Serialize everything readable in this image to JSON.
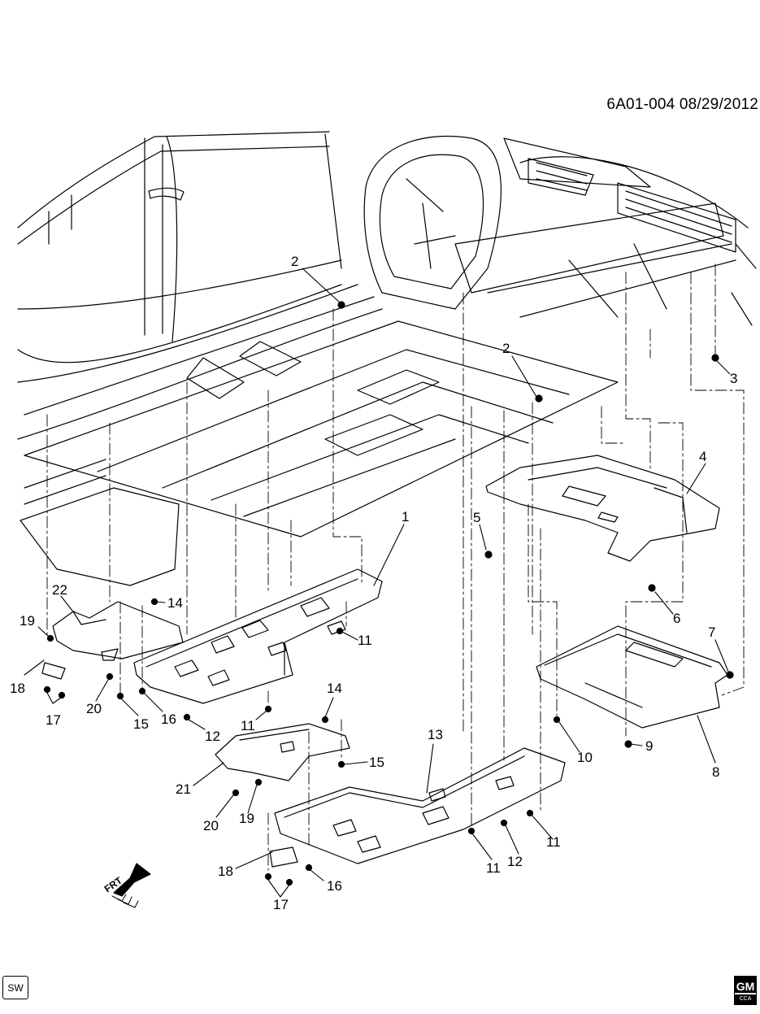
{
  "header": {
    "doc_id": "6A01-004  08/29/2012"
  },
  "footer": {
    "sw_label": "SW",
    "logo_text": "GM",
    "logo_sub": "CCA"
  },
  "direction_label": "FRT",
  "callouts": [
    {
      "id": "c2a",
      "text": "2"
    },
    {
      "id": "c2b",
      "text": "2"
    },
    {
      "id": "c3",
      "text": "3"
    },
    {
      "id": "c4",
      "text": "4"
    },
    {
      "id": "c1",
      "text": "1"
    },
    {
      "id": "c5",
      "text": "5"
    },
    {
      "id": "c6",
      "text": "6"
    },
    {
      "id": "c7",
      "text": "7"
    },
    {
      "id": "c22",
      "text": "22"
    },
    {
      "id": "c14a",
      "text": "14"
    },
    {
      "id": "c19a",
      "text": "19"
    },
    {
      "id": "c11a",
      "text": "11"
    },
    {
      "id": "c18a",
      "text": "18"
    },
    {
      "id": "c17a",
      "text": "17"
    },
    {
      "id": "c20a",
      "text": "20"
    },
    {
      "id": "c15a",
      "text": "15"
    },
    {
      "id": "c16a",
      "text": "16"
    },
    {
      "id": "c12a",
      "text": "12"
    },
    {
      "id": "c11b",
      "text": "11"
    },
    {
      "id": "c14b",
      "text": "14"
    },
    {
      "id": "c13",
      "text": "13"
    },
    {
      "id": "c15b",
      "text": "15"
    },
    {
      "id": "c10",
      "text": "10"
    },
    {
      "id": "c9",
      "text": "9"
    },
    {
      "id": "c8",
      "text": "8"
    },
    {
      "id": "c21",
      "text": "21"
    },
    {
      "id": "c20b",
      "text": "20"
    },
    {
      "id": "c19b",
      "text": "19"
    },
    {
      "id": "c11c",
      "text": "11"
    },
    {
      "id": "c18b",
      "text": "18"
    },
    {
      "id": "c16b",
      "text": "16"
    },
    {
      "id": "c11d",
      "text": "11"
    },
    {
      "id": "c12b",
      "text": "12"
    },
    {
      "id": "c17b",
      "text": "17"
    }
  ]
}
